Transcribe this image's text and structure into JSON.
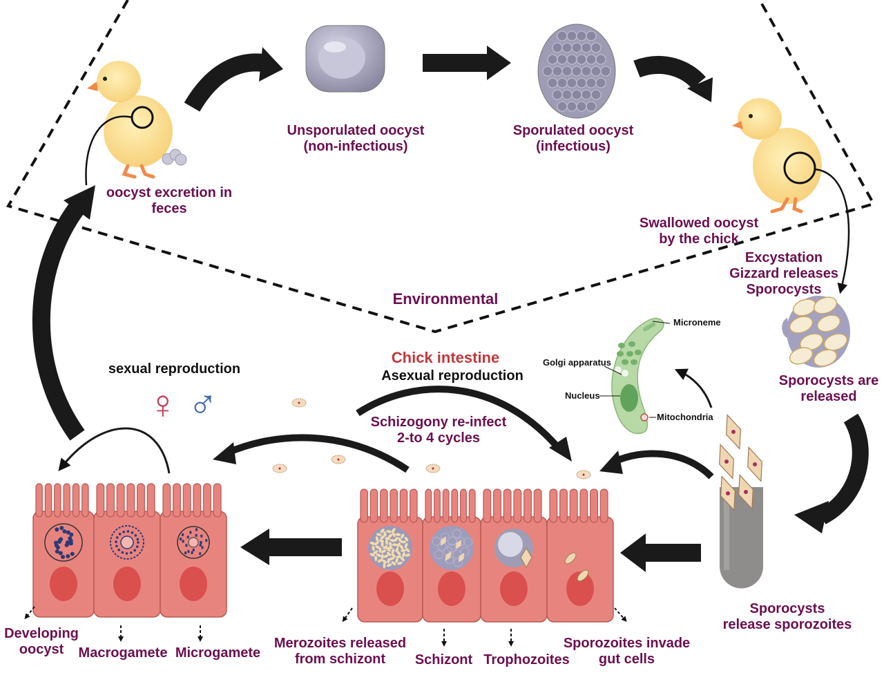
{
  "diagram": {
    "title": "Eimeria life cycle in chicks",
    "regions": {
      "environment": "Environmental",
      "host": "Chick intestine"
    },
    "stages": {
      "excretion": [
        "oocyst excretion in",
        "feces"
      ],
      "unsporulated": [
        "Unsporulated oocyst",
        "(non-infectious)"
      ],
      "sporulated": [
        "Sporulated oocyst",
        "(infectious)"
      ],
      "swallowed": [
        "Swallowed oocyst",
        "by the chick"
      ],
      "excystation": [
        "Excystation",
        "Gizzard releases",
        "Sporocysts"
      ],
      "sporocysts_released": [
        "Sporocysts are",
        "released"
      ],
      "sporocysts_release_sporozoites": [
        "Sporocysts",
        "release sporozoites"
      ],
      "sporozoites_invade": [
        "Sporozoites invade",
        "gut cells"
      ],
      "trophozoites": "Trophozoites",
      "schizont": "Schizont",
      "merozoites": [
        "Merozoites released",
        "from schizont"
      ],
      "microgamete": "Microgamete",
      "macrogamete": "Macrogamete",
      "developing_oocyst": [
        "Developing",
        "oocyst"
      ]
    },
    "processes": {
      "asexual": "Asexual reproduction",
      "schizogony": [
        "Schizogony re-infect",
        "2-to 4 cycles"
      ],
      "sexual": "sexual reproduction"
    },
    "sporozoite_parts": {
      "microneme": "Microneme",
      "golgi": "Golgi apparatus",
      "nucleus": "Nucleus",
      "mitochondria": "Mitochondria"
    },
    "symbols": {
      "female": "♀",
      "male": "♂"
    },
    "colors": {
      "label_purple": "#6b0f4f",
      "label_red": "#c0383c",
      "cell_pink": "#e8847e",
      "nucleus_red": "#d9504f",
      "oocyst_gray": "#a9a7bd",
      "sporozoite_green": "#b7d9a6",
      "female_symbol": "#c2415a",
      "male_symbol": "#3f6aa8",
      "arrow": "#1a1a1a"
    }
  }
}
